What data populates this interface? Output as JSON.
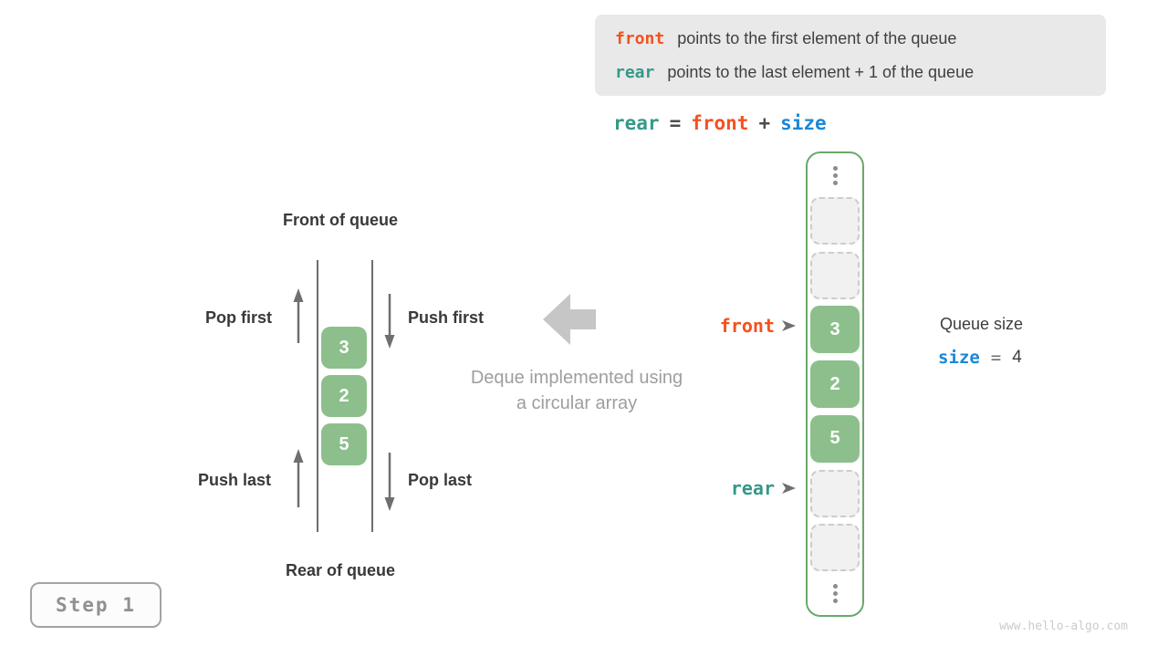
{
  "colors": {
    "front_orange": "#f4511e",
    "rear_teal": "#359888",
    "size_blue": "#1a87d8",
    "cell_green": "#8cbf8c",
    "array_border_green": "#68a96a",
    "arrow_gray": "#6f6f6f",
    "caption_gray": "#9e9e9e",
    "info_box_bg": "#e9e9e9"
  },
  "info_box": {
    "lines": [
      {
        "code": "front",
        "text": "points to the first element of the queue"
      },
      {
        "code": "rear",
        "text": "points to the last element + 1 of the queue"
      }
    ]
  },
  "formula": {
    "rear": "rear",
    "eq": "=",
    "front": "front",
    "plus": "+",
    "size": "size"
  },
  "left_diagram": {
    "front_label": "Front of queue",
    "rear_label": "Rear of queue",
    "pop_first": "Pop first",
    "push_first": "Push first",
    "push_last": "Push last",
    "pop_last": "Pop last",
    "cells": [
      "3",
      "2",
      "5"
    ]
  },
  "middle": {
    "caption_line1": "Deque implemented using",
    "caption_line2": "a circular array"
  },
  "array": {
    "front_label": "front",
    "rear_label": "rear",
    "cells": [
      {
        "type": "ellipsis"
      },
      {
        "type": "empty"
      },
      {
        "type": "empty"
      },
      {
        "type": "filled",
        "value": "3",
        "pointer": "front"
      },
      {
        "type": "filled",
        "value": "2"
      },
      {
        "type": "filled",
        "value": "5"
      },
      {
        "type": "empty",
        "pointer": "rear"
      },
      {
        "type": "empty"
      },
      {
        "type": "ellipsis"
      }
    ]
  },
  "queue_size": {
    "title": "Queue size",
    "var": "size",
    "eq": "=",
    "value": "4"
  },
  "step_badge": "Step 1",
  "watermark": "www.hello-algo.com"
}
